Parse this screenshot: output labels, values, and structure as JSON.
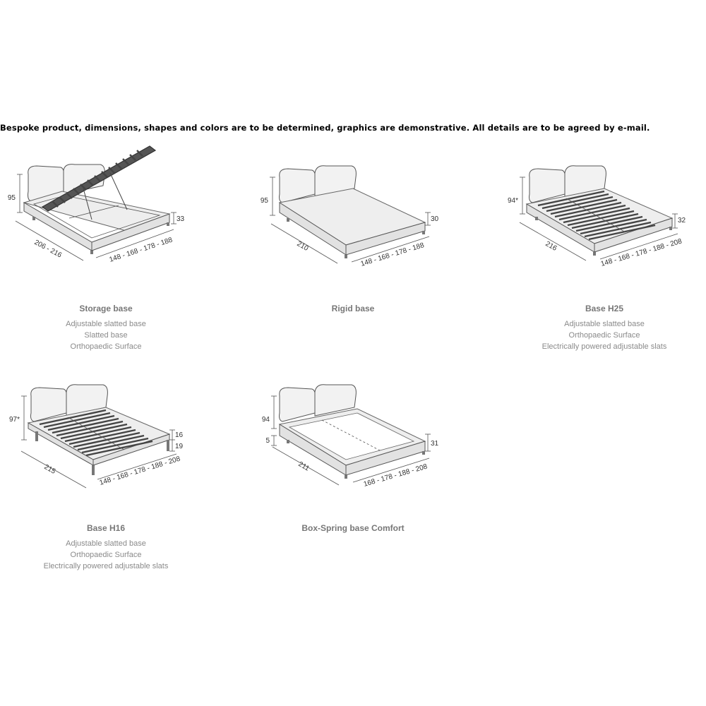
{
  "notice": "Bespoke product, dimensions, shapes and colors are to be determined, graphics are demonstrative. All details are to be agreed by e-mail.",
  "products": [
    {
      "title": "Storage base",
      "features": [
        "Adjustable slatted base",
        "Slatted base",
        "Orthopaedic Surface"
      ],
      "dims": {
        "height": "95",
        "side": "33",
        "length": "206 - 216",
        "width": "148 - 168 - 178 - 188"
      }
    },
    {
      "title": "Rigid base",
      "features": [],
      "dims": {
        "height": "95",
        "side": "30",
        "length": "210",
        "width": "148 - 168 - 178 - 188"
      }
    },
    {
      "title": "Base H25",
      "features": [
        "Adjustable slatted base",
        "Orthopaedic Surface",
        "Electrically powered adjustable slats"
      ],
      "dims": {
        "height": "94*",
        "side": "32",
        "length": "216",
        "width": "148 - 168 - 178 - 188 - 208"
      }
    },
    {
      "title": "Base H16",
      "features": [
        "Adjustable slatted base",
        "Orthopaedic Surface",
        "Electrically powered adjustable slats"
      ],
      "dims": {
        "height": "97*",
        "side_top": "16",
        "side_bottom": "19",
        "length": "215",
        "width": "148 - 168 - 178 - 188 - 208"
      }
    },
    {
      "title": "Box-Spring base Comfort",
      "features": [],
      "dims": {
        "height": "94",
        "low": "5",
        "side": "31",
        "length": "211",
        "width": "168 - 178 - 188 - 208"
      }
    }
  ]
}
